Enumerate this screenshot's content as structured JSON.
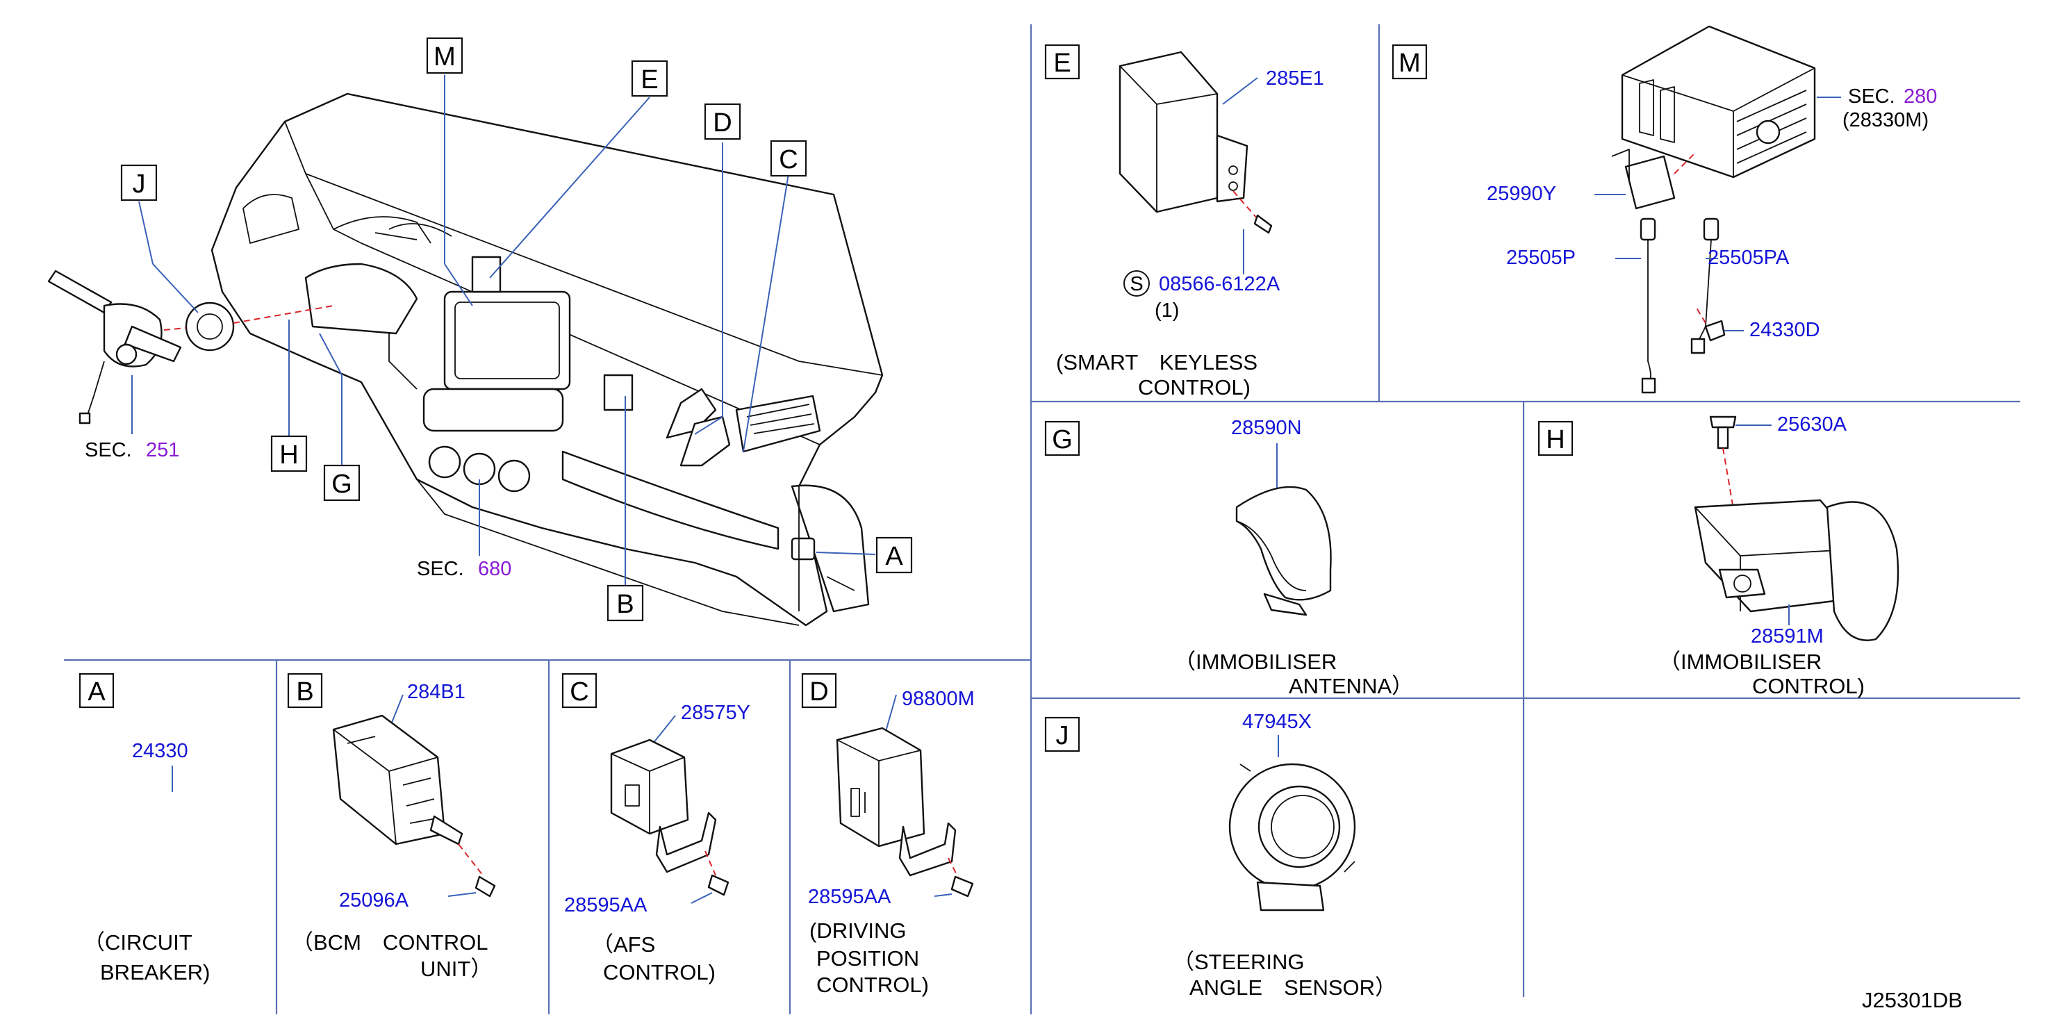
{
  "drawing_id": "J25301DB",
  "overview": {
    "callouts": [
      "M",
      "E",
      "D",
      "C",
      "J",
      "H",
      "G",
      "A",
      "B"
    ],
    "sec_251": {
      "prefix": "SEC.",
      "num": "251"
    },
    "sec_680": {
      "prefix": "SEC.",
      "num": "680"
    }
  },
  "panels": {
    "A": {
      "letter": "A",
      "parts": [
        "24330"
      ],
      "caption": [
        "（CIRCUIT",
        "BREAKER)"
      ]
    },
    "B": {
      "letter": "B",
      "parts": [
        "284B1",
        "25096A"
      ],
      "caption": [
        "（BCM　CONTROL",
        "UNIT）"
      ]
    },
    "C": {
      "letter": "C",
      "parts": [
        "28575Y",
        "28595AA"
      ],
      "caption": [
        "（AFS",
        "CONTROL)"
      ]
    },
    "D": {
      "letter": "D",
      "parts": [
        "98800M",
        "28595AA"
      ],
      "caption": [
        "(DRIVING",
        "POSITION",
        "CONTROL)"
      ]
    },
    "E": {
      "letter": "E",
      "parts": [
        "285E1",
        "08566-6122A"
      ],
      "bolt_symbol": "S",
      "qty": "(1)",
      "caption": [
        "(SMART　KEYLESS",
        "CONTROL)"
      ]
    },
    "M": {
      "letter": "M",
      "sec": {
        "prefix": "SEC.",
        "num": "280",
        "sub": "(28330M)"
      },
      "parts": [
        "25990Y",
        "25505P",
        "25505PA",
        "24330D"
      ]
    },
    "G": {
      "letter": "G",
      "parts": [
        "28590N"
      ],
      "caption": [
        "（IMMOBILISER",
        "ANTENNA）"
      ]
    },
    "H": {
      "letter": "H",
      "parts": [
        "25630A",
        "28591M"
      ],
      "caption": [
        "（IMMOBILISER",
        "CONTROL)"
      ]
    },
    "J": {
      "letter": "J",
      "parts": [
        "47945X"
      ],
      "caption": [
        "（STEERING",
        "ANGLE　SENSOR）"
      ]
    }
  },
  "colors": {
    "part_number": "#1414d8",
    "section_ref": "#8a1ad6",
    "grid": "#5a70b4",
    "leader": "#3a62b8",
    "dash": "#d8262a"
  }
}
